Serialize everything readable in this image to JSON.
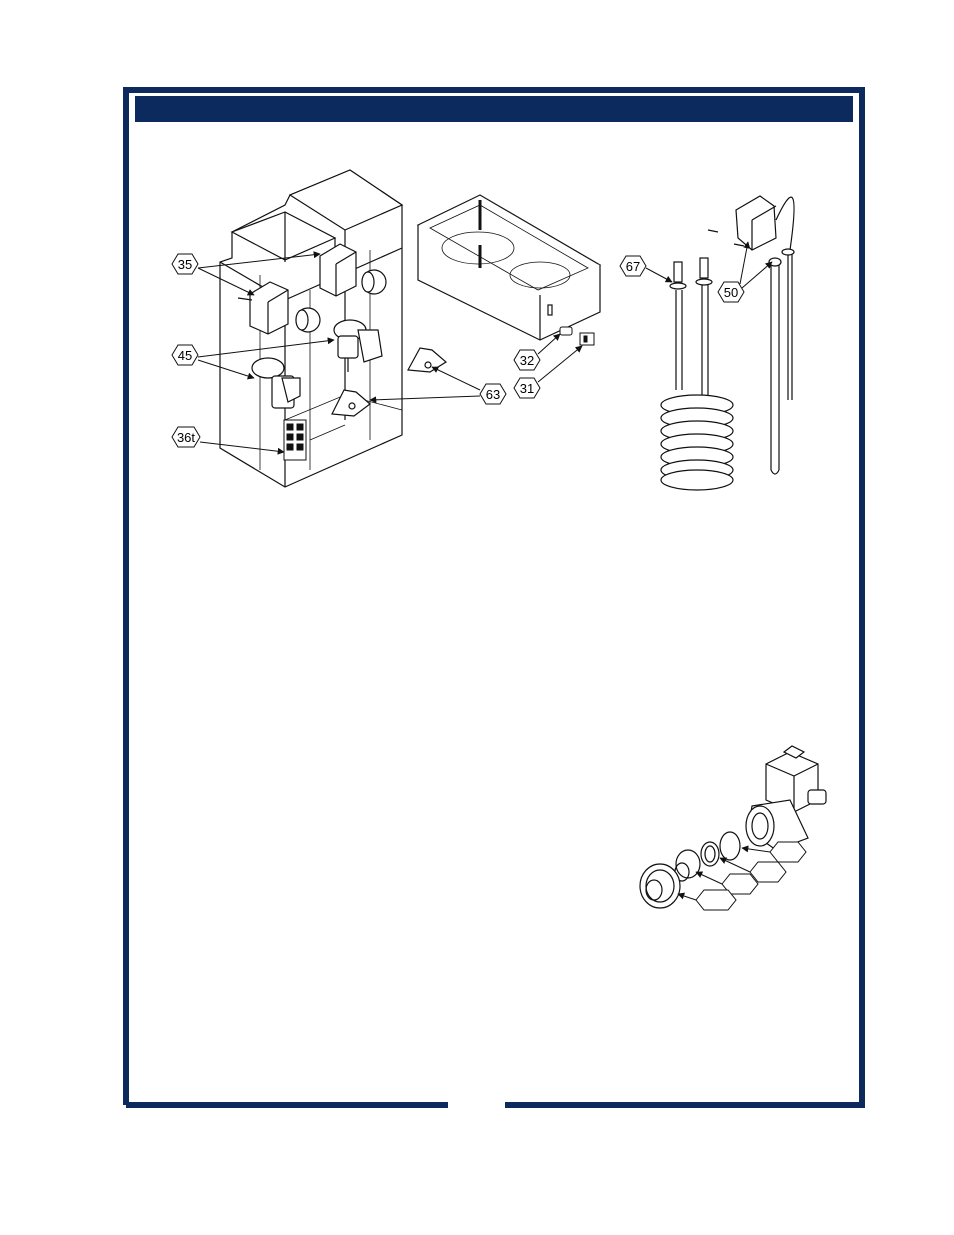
{
  "colors": {
    "frame": "#0d2a5e",
    "header_bar": "#0d2a5e",
    "line": "#111111",
    "paper": "#ffffff",
    "shade": "#d9d9d9"
  },
  "callouts": {
    "c35": "35",
    "c45": "45",
    "c36t": "36t",
    "c63": "63",
    "c32": "32",
    "c31": "31",
    "c67": "67",
    "c50": "50",
    "blank_a": "",
    "blank_b": "",
    "blank_c": "",
    "blank_d": ""
  },
  "icons": {
    "cabinet": "cabinet-assembly-icon",
    "tank": "tank-tray-icon",
    "heater": "coil-heater-icon",
    "thermostat": "thermostat-bulb-icon",
    "solenoid": "solenoid-valve-icon"
  }
}
